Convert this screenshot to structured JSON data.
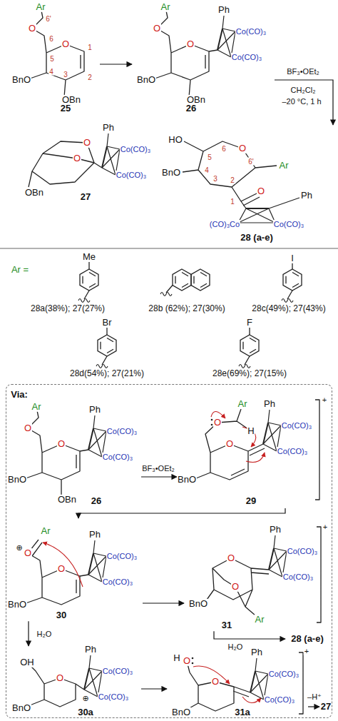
{
  "diagram": {
    "nodes": [
      {
        "text": [
          "25"
        ]
      },
      {
        "text": [
          "26"
        ]
      },
      {
        "text": [
          "27"
        ]
      },
      {
        "text": [
          "28 (a-e)"
        ]
      },
      {
        "text": [
          "Via:"
        ]
      },
      {
        "text": [
          "26"
        ],
        "in": 4
      },
      {
        "text": [
          "29"
        ],
        "in": 4
      },
      {
        "text": [
          "30"
        ],
        "in": 4
      },
      {
        "text": [
          "31"
        ],
        "in": 4
      },
      {
        "text": [
          "28 (a-e)"
        ],
        "in": 4
      },
      {
        "text": [
          "30a"
        ],
        "in": 4
      },
      {
        "text": [
          "31a"
        ],
        "in": 4
      },
      {
        "text": [
          "27"
        ],
        "in": 4
      }
    ],
    "edges": [
      {
        "from": 0,
        "to": 1,
        "arrow": "to"
      },
      {
        "from": 1,
        "to": 3,
        "label": "BF₃•OEt₂",
        "arrow": "to"
      },
      {
        "from": 5,
        "to": 6,
        "label": "BF₃•OEt₂",
        "arrow": "to"
      },
      {
        "from": 6,
        "to": 7,
        "arrow": "to"
      },
      {
        "from": 7,
        "to": 8,
        "arrow": "to"
      },
      {
        "from": 8,
        "to": 9,
        "label": "H₂O",
        "arrow": "to"
      },
      {
        "from": 7,
        "to": 10,
        "label": "H₂O",
        "arrow": "to"
      },
      {
        "from": 10,
        "to": 11,
        "arrow": "to"
      },
      {
        "from": 11,
        "to": 12,
        "label": "–H⁺",
        "arrow": "to"
      }
    ],
    "labels": [
      "Ar",
      "6'",
      "O",
      "6",
      "O",
      "5",
      "1",
      "2",
      "4",
      "3",
      "BnO",
      "OBn",
      "Ar",
      "O",
      "O",
      "Ph",
      "Co(CO)₃",
      "Co(CO)₃",
      "BnO",
      "OBn",
      "CH₂Cl₂",
      "–20 °C, 1 h",
      "O",
      "O",
      "Ph",
      "Co(CO)₃",
      "Co(CO)₃",
      "OBn",
      "HO",
      "6",
      "5",
      "O",
      "6'",
      "4",
      "Ar",
      "BnO",
      "3",
      "2",
      "O",
      "1",
      "Ph",
      "(CO)₃Co",
      "Co(CO)₃",
      "Ar =",
      "Me",
      "28a(38%); 27(27%)",
      "28b (62%); 27(30%)",
      "I",
      "28c(49%); 27(43%)",
      "Br",
      "28d(54%); 27(21%)",
      "F",
      "28e(69%); 27(15%)",
      "Ar",
      "O",
      "Ph",
      "O",
      "Co(CO)₃",
      "Co(CO)₃",
      "BnO",
      "OBn",
      "Ar",
      "Ph",
      "+",
      "O",
      "H",
      "Co(CO)₃",
      "O",
      "Co(CO)₃",
      "BnO",
      "Ar",
      "Ph",
      "⊕",
      "O",
      "Co(CO)₃",
      "O",
      "Co(CO)₃",
      "BnO",
      "+",
      "Ph",
      "Co(CO)₃",
      "O",
      "Co(CO)₃",
      "O",
      "BnO",
      "Ar",
      "Ph",
      "OH",
      "Co(CO)₃",
      "O",
      "Co(CO)₃",
      "⊕",
      "BnO",
      "+",
      "Ph",
      "H",
      "O",
      "Co(CO)₃",
      "O",
      "Co(CO)₃",
      "BnO"
    ]
  }
}
